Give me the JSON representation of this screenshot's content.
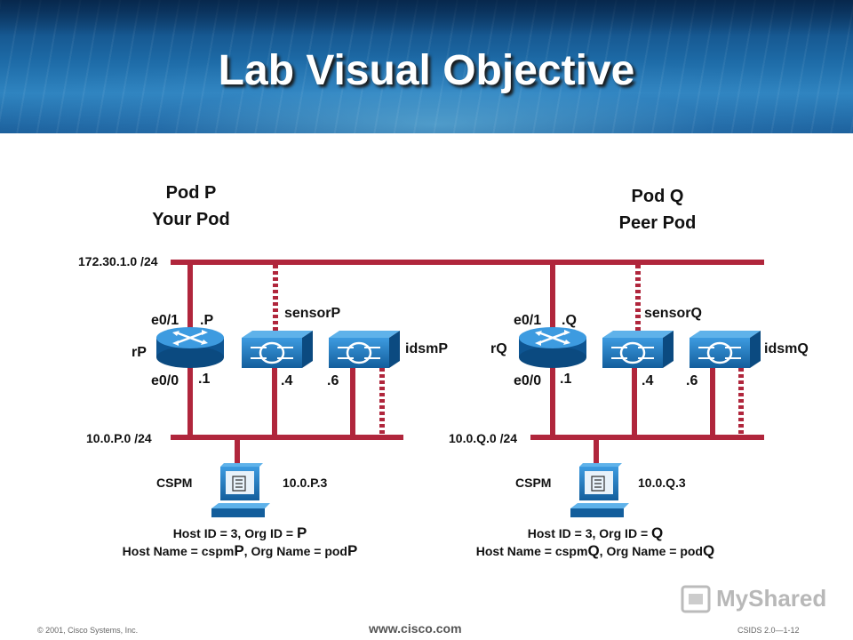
{
  "title": "Lab Visual Objective",
  "pods": [
    {
      "heading1": "Pod P",
      "heading2": "Your Pod",
      "net_top": "172.30.1.0 /24",
      "net_bottom": "10.0.P.0 /24",
      "router": "rP",
      "if_top": "e0/1",
      "if_top_addr": ".P",
      "if_bottom": "e0/0",
      "if_bottom_addr": ".1",
      "sensor": "sensorP",
      "sensor_addr": ".4",
      "idsm": "idsmP",
      "idsm_addr": ".6",
      "cspm": "CSPM",
      "cspm_addr": "10.0.P.3",
      "host_line1_a": "Host ID = 3, Org ID = ",
      "host_line1_b": "P",
      "host_line2_a": "Host Name = cspm",
      "host_line2_b": "P",
      "host_line2_c": ", Org Name = pod",
      "host_line2_d": "P"
    },
    {
      "heading1": "Pod Q",
      "heading2": "Peer Pod",
      "net_bottom": "10.0.Q.0 /24",
      "router": "rQ",
      "if_top": "e0/1",
      "if_top_addr": ".Q",
      "if_bottom": "e0/0",
      "if_bottom_addr": ".1",
      "sensor": "sensorQ",
      "sensor_addr": ".4",
      "idsm": "idsmQ",
      "idsm_addr": ".6",
      "cspm": "CSPM",
      "cspm_addr": "10.0.Q.3",
      "host_line1_a": "Host ID = 3, Org ID = ",
      "host_line1_b": "Q",
      "host_line2_a": "Host Name = cspm",
      "host_line2_b": "Q",
      "host_line2_c": ", Org Name = pod",
      "host_line2_d": "Q"
    }
  ],
  "footer": {
    "copyright": "© 2001, Cisco Systems, Inc.",
    "website": "www.cisco.com",
    "code": "CSIDS 2.0—1-12"
  },
  "watermark": "MyShared",
  "colors": {
    "link": "#b0263c",
    "device": "#1f7fc4",
    "banner": "#1d6aa6"
  }
}
